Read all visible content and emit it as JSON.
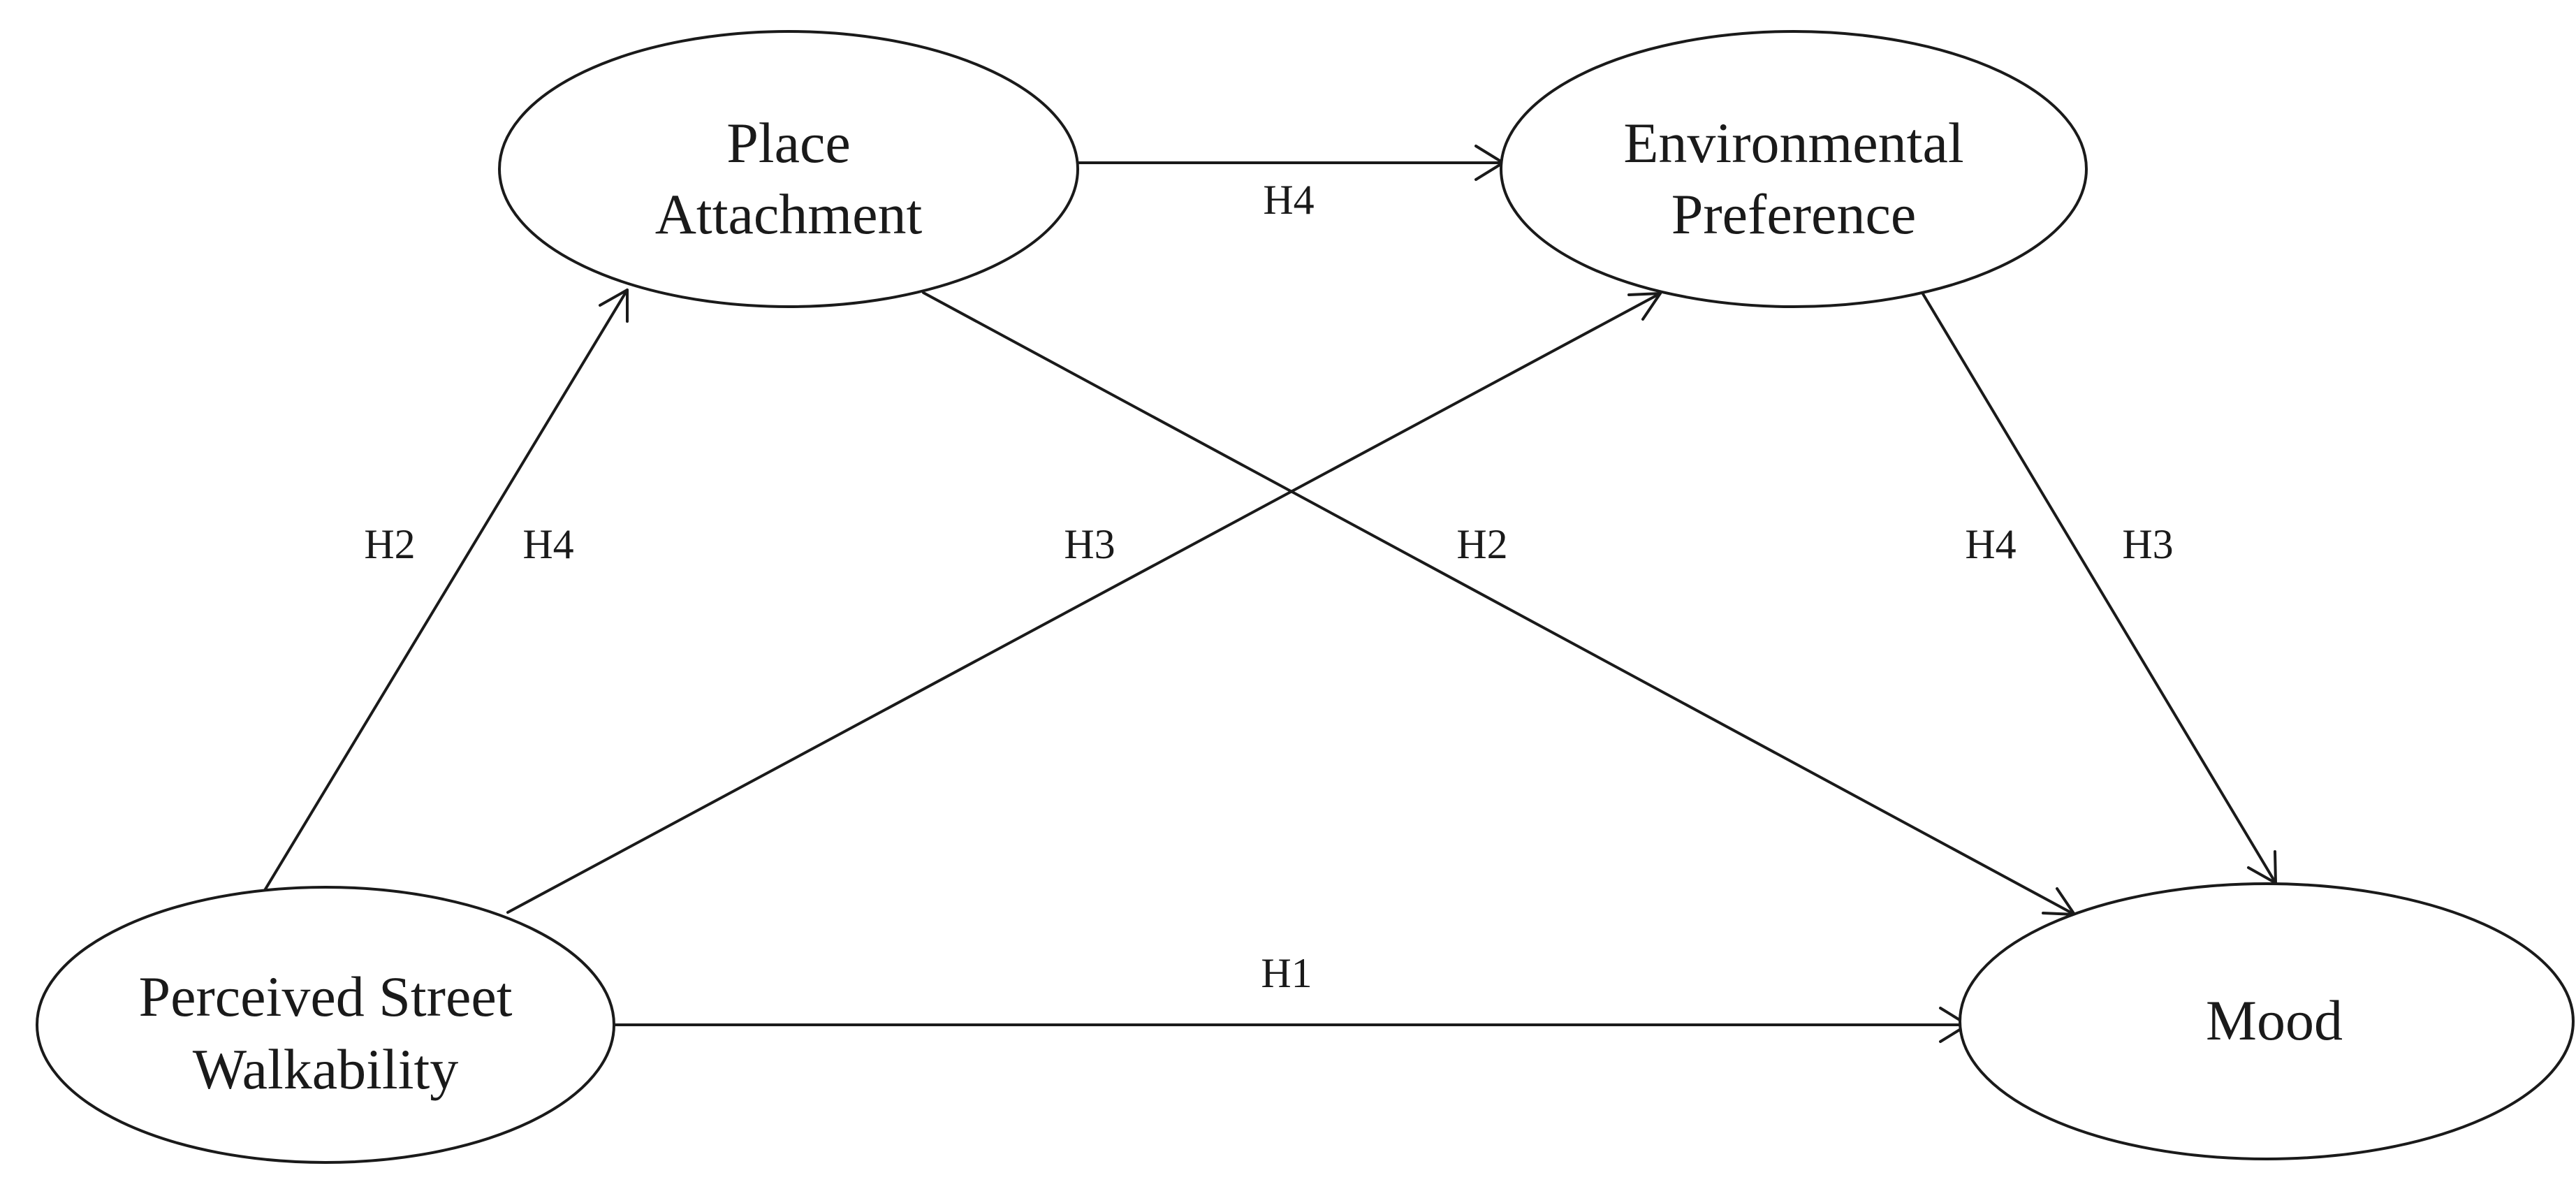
{
  "nodes": {
    "place_attachment": {
      "line1": "Place",
      "line2": "Attachment"
    },
    "environmental_preference": {
      "line1": "Environmental",
      "line2": "Preference"
    },
    "walkability": {
      "line1": "Perceived Street",
      "line2": "Walkability"
    },
    "mood": {
      "line1": "Mood"
    }
  },
  "edges": {
    "place_to_env": {
      "from": "Place Attachment",
      "to": "Environmental Preference",
      "labels": [
        "H4"
      ]
    },
    "walk_to_place": {
      "from": "Perceived Street Walkability",
      "to": "Place Attachment",
      "labels": [
        "H2",
        "H4"
      ]
    },
    "walk_to_env": {
      "from": "Perceived Street Walkability",
      "to": "Environmental Preference",
      "labels": [
        "H3"
      ]
    },
    "place_to_mood": {
      "from": "Place Attachment",
      "to": "Mood",
      "labels": [
        "H2"
      ]
    },
    "env_to_mood": {
      "from": "Environmental Preference",
      "to": "Mood",
      "labels": [
        "H4",
        "H3"
      ]
    },
    "walk_to_mood": {
      "from": "Perceived Street Walkability",
      "to": "Mood",
      "labels": [
        "H1"
      ]
    }
  },
  "colors": {
    "stroke": "#1a1a1a",
    "background": "#ffffff"
  }
}
